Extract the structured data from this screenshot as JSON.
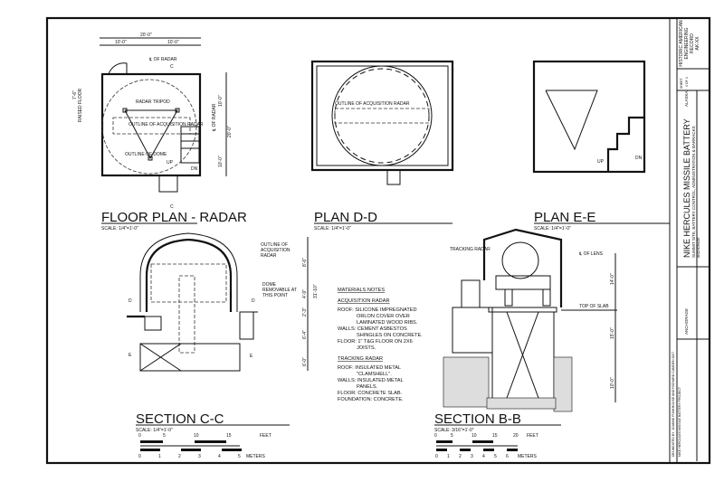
{
  "drawings": {
    "floor_plan": {
      "title": "FLOOR PLAN - RADAR",
      "scale": "SCALE: 1/4\"=1'-0\"",
      "dims": [
        "20'-0\"",
        "10'-0\"",
        "10'-0\"",
        "7'-6\"",
        "10'-0\"",
        "10'-0\"",
        "20'-0\""
      ],
      "labels": [
        "℄ OF RADAR",
        "RADAR TRIPOD",
        "OUTLINE OF ACQUISITION RADAR",
        "OUTLINE OF DOME",
        "UP",
        "DN",
        "RAISED FLOOR",
        "℄ OF RADAR",
        "C",
        "C"
      ]
    },
    "plan_dd": {
      "title": "PLAN D-D",
      "scale": "SCALE: 1/4\"=1'-0\"",
      "labels": [
        "OUTLINE OF ACQUISITION RADAR"
      ]
    },
    "plan_ee": {
      "title": "PLAN E-E",
      "scale": "SCALE: 1/4\"=1'-0\"",
      "labels": [
        "UP",
        "DN"
      ]
    },
    "section_cc": {
      "title": "SECTION C-C",
      "scale": "SCALE: 1/4\"=1'-0\"",
      "labels": [
        "OUTLINE OF ACQUISITION RADAR",
        "DOME REMOVABLE AT THIS POINT",
        "D",
        "D",
        "E",
        "E"
      ],
      "dims": [
        "8'-6\"",
        "4'-9\"",
        "2'-3\"",
        "6'-4\"",
        "6'-0\"",
        "31'-10\""
      ],
      "scalebar": {
        "feet_ticks": [
          "0",
          "5",
          "10",
          "15"
        ],
        "feet_unit": "FEET",
        "meter_ticks": [
          "0",
          "1",
          "2",
          "3",
          "4",
          "5"
        ],
        "meter_unit": "METERS"
      }
    },
    "section_bb": {
      "title": "SECTION B-B",
      "scale": "SCALE: 3/16\"=1'-0\"",
      "labels": [
        "TRACKING RADAR",
        "℄ OF LENS",
        "TOP OF SLAB"
      ],
      "dims": [
        "14'-0\"",
        "15'-0\"",
        "10'-0\""
      ],
      "scalebar": {
        "feet_ticks": [
          "0",
          "5",
          "10",
          "15",
          "20"
        ],
        "feet_unit": "FEET",
        "meter_ticks": [
          "0",
          "1",
          "2",
          "3",
          "4",
          "5",
          "6"
        ],
        "meter_unit": "METERS"
      }
    }
  },
  "materials_notes": {
    "heading": "MATERIALS NOTES",
    "acq_heading": "ACQUISITION RADAR",
    "acq_lines": [
      "ROOF: SILICONE IMPREGNATED",
      "ORLON COVER OVER",
      "LAMINATED WOOD RIBS.",
      "WALLS: CEMENT ASBESTOS",
      "SHINGLES ON CONCRETE.",
      "FLOOR: 1\" T&G FLOOR ON 2X6",
      "JOISTS."
    ],
    "trk_heading": "TRACKING RADAR",
    "trk_lines": [
      "ROOF: INSULATED METAL",
      "\"CLAMSHELL\".",
      "WALLS: INSULATED METAL",
      "PANELS.",
      "FLOOR: CONCRETE SLAB.",
      "FOUNDATION: CONCRETE."
    ]
  },
  "title_block": {
    "main_title": "NIKE HERCULES MISSILE BATTERY",
    "subtitle": "SUMMIT SITE, BATTERY CONTROL, ADMINISTRATION & BARRACKS",
    "location_small": "ANCHORAGE",
    "state": "ALASKA",
    "city": "ANCHORAGE",
    "project": "NIKE HERCULES MISSILE BATTERY PROJECT",
    "delineator": "DELINEATED BY: JOANNE FUNKHOUSE AND RICHARD CAMDEN 2007",
    "sheet_label": "SHEET",
    "sheet": "4 OF 4",
    "survey": "HISTORIC AMERICAN ENGINEERING RECORD",
    "survey_no": "AK-XX"
  }
}
